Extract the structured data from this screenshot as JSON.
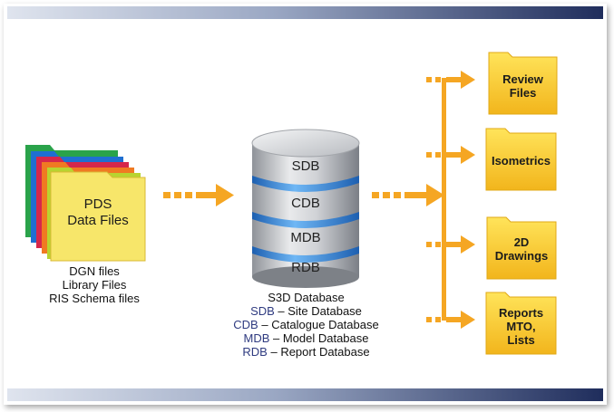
{
  "source": {
    "folder_label": "PDS\nData Files",
    "caption_lines": [
      "DGN files",
      "Library Files",
      "RIS Schema files"
    ]
  },
  "database": {
    "layers": [
      "SDB",
      "CDB",
      "MDB",
      "RDB"
    ],
    "title": "S3D Database",
    "legend": [
      {
        "abbr": "SDB",
        "text": " – Site Database"
      },
      {
        "abbr": "CDB",
        "text": " – Catalogue Database"
      },
      {
        "abbr": "MDB",
        "text": " – Model Database"
      },
      {
        "abbr": "RDB",
        "text": " – Report Database"
      }
    ]
  },
  "outputs": [
    {
      "label": "Review\nFiles"
    },
    {
      "label": "Isometrics"
    },
    {
      "label": "2D\nDrawings"
    },
    {
      "label": "Reports\nMTO,\nLists"
    }
  ],
  "colors": {
    "arrow": "#f5a623",
    "folder": "#f9d12e",
    "folder_front": "#f7e36a",
    "db_band": "#3c8fe0",
    "accent": "#1f2d5c"
  }
}
